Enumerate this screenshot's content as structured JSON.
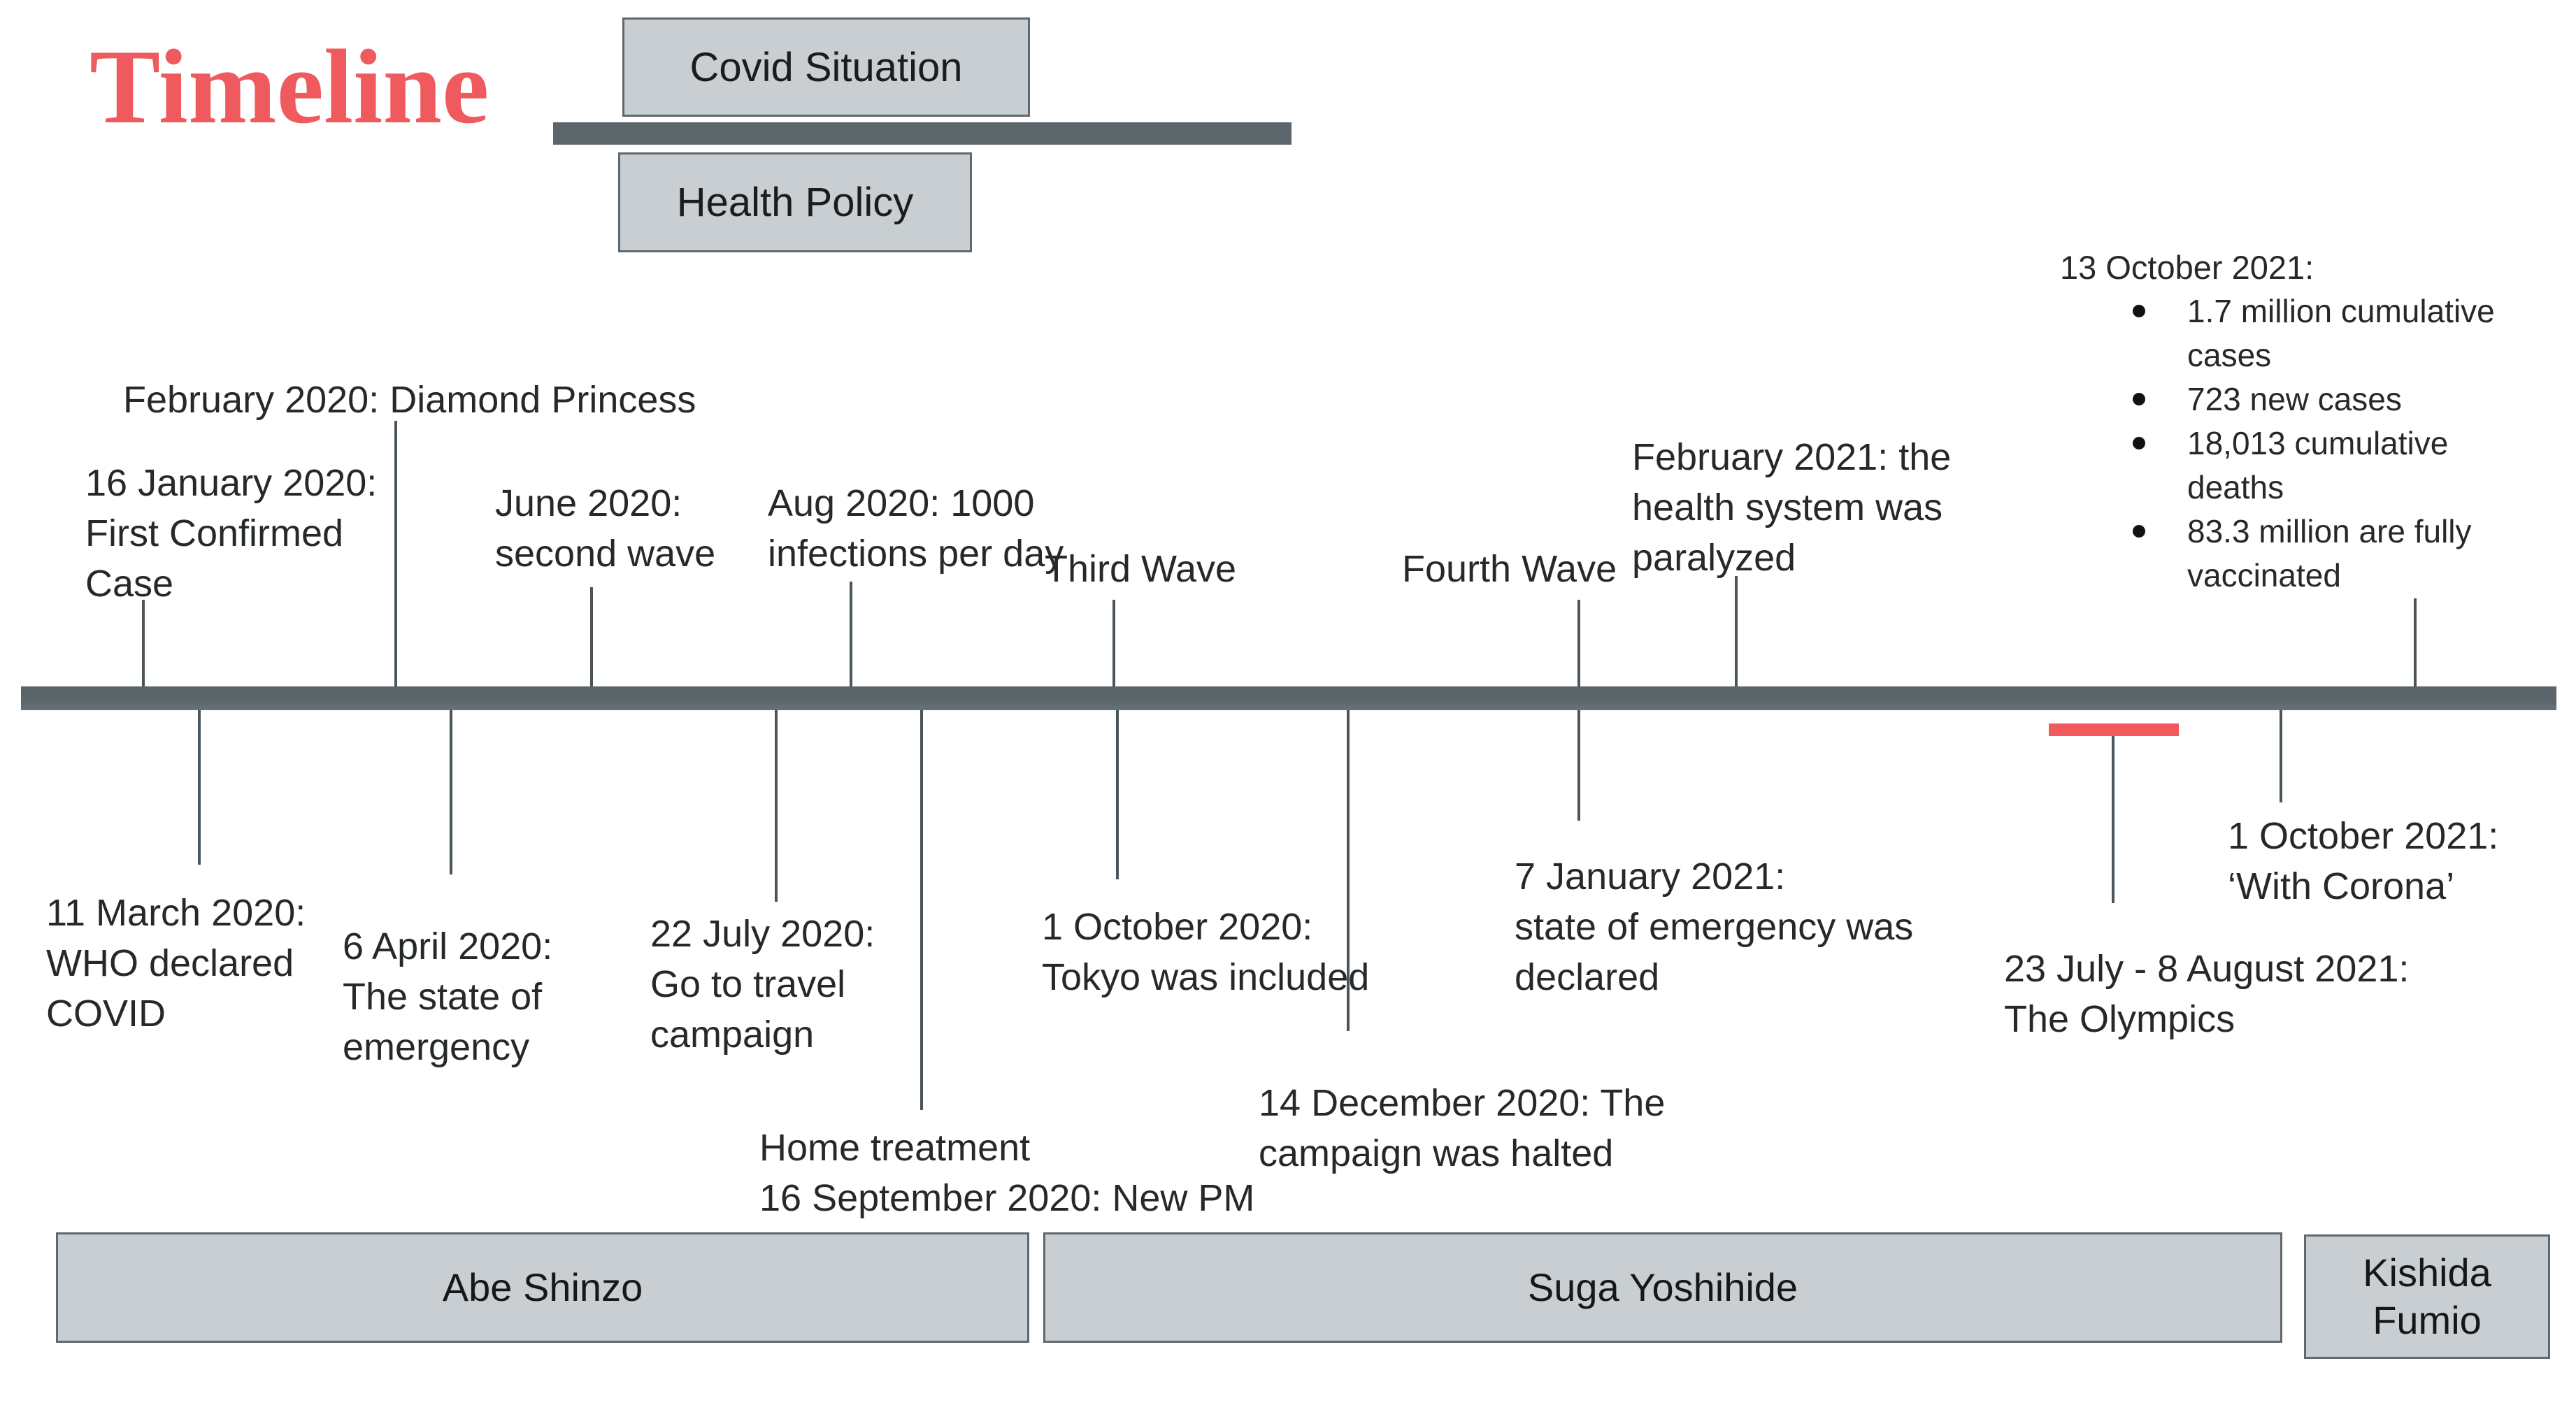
{
  "title": "Timeline",
  "colors": {
    "accent_red": "#ee5a5e",
    "marker_red": "#f2595c",
    "bar_slate": "#5b666b",
    "tick_gray": "#4a555b",
    "box_fill": "#c8ced1",
    "box_border": "#5f686c",
    "text_dark": "#26292b"
  },
  "header": {
    "covid_label": "Covid Situation",
    "health_label": "Health Policy"
  },
  "timeline": {
    "above": [
      {
        "name": "first-confirmed-case",
        "lines": [
          "16 January 2020:",
          "First Confirmed",
          "Case"
        ]
      },
      {
        "name": "diamond-princess",
        "lines": [
          "February 2020: Diamond Princess"
        ]
      },
      {
        "name": "second-wave",
        "lines": [
          "June 2020:",
          "second wave"
        ]
      },
      {
        "name": "aug-1000-infections",
        "lines": [
          "Aug 2020: 1000",
          "infections per day"
        ]
      },
      {
        "name": "third-wave",
        "lines": [
          "Third Wave"
        ]
      },
      {
        "name": "fourth-wave",
        "lines": [
          "Fourth Wave"
        ]
      },
      {
        "name": "health-system-paralyzed",
        "lines": [
          "February 2021: the",
          "health system was",
          "paralyzed"
        ]
      }
    ],
    "status_list": {
      "header": "13 October 2021:",
      "bullets": [
        {
          "lines": [
            "1.7 million cumulative",
            "cases"
          ]
        },
        {
          "lines": [
            "723 new cases"
          ]
        },
        {
          "lines": [
            "18,013 cumulative",
            "deaths"
          ]
        },
        {
          "lines": [
            "83.3 million are fully",
            "vaccinated"
          ]
        }
      ]
    },
    "below": [
      {
        "name": "who-declared-covid",
        "lines": [
          "11 March 2020:",
          "WHO declared",
          "COVID"
        ]
      },
      {
        "name": "state-of-emergency-2020",
        "lines": [
          "6 April 2020:",
          "The state of",
          "emergency"
        ]
      },
      {
        "name": "go-to-travel",
        "lines": [
          "22 July 2020:",
          "Go to travel",
          "campaign"
        ]
      },
      {
        "name": "home-treatment-new-pm",
        "lines": [
          "Home treatment",
          "16 September 2020: New PM"
        ]
      },
      {
        "name": "tokyo-included",
        "lines": [
          "1 October 2020:",
          "Tokyo was included"
        ]
      },
      {
        "name": "campaign-halted",
        "lines": [
          "14 December 2020: The",
          "campaign was halted"
        ]
      },
      {
        "name": "state-of-emergency-2021",
        "lines": [
          "7 January 2021:",
          "state of emergency was",
          "declared"
        ]
      },
      {
        "name": "olympics",
        "lines": [
          "23 July -  8 August 2021:",
          "The Olympics"
        ]
      },
      {
        "name": "with-corona",
        "lines": [
          "1 October 2021:",
          "‘With Corona’"
        ]
      }
    ],
    "pm_boxes": [
      {
        "name": "abe-shinzo",
        "lines": [
          "Abe Shinzo"
        ]
      },
      {
        "name": "suga-yoshihide",
        "lines": [
          "Suga Yoshihide"
        ]
      },
      {
        "name": "kishida-fumio",
        "lines": [
          "Kishida",
          "Fumio"
        ]
      }
    ]
  }
}
